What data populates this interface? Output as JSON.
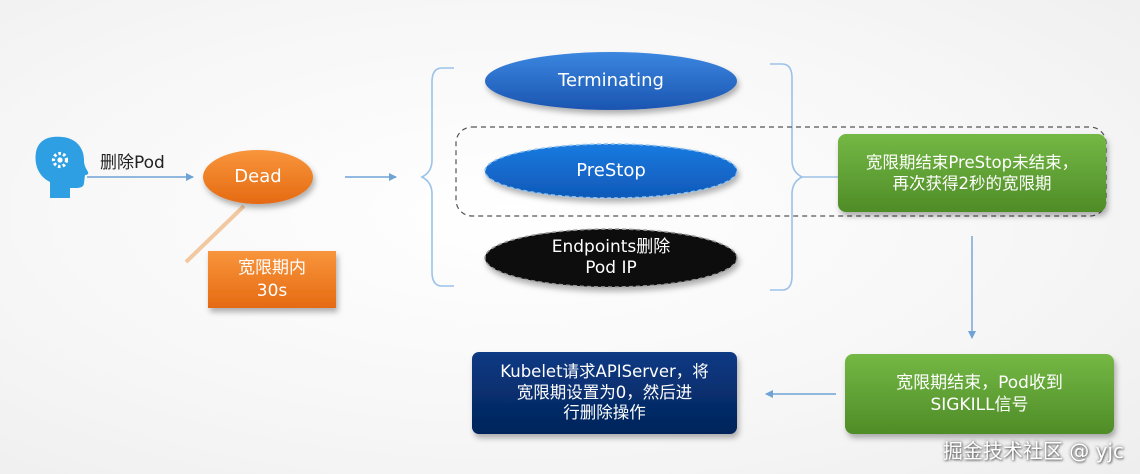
{
  "actor": {
    "icon": "user-head-gear-icon",
    "color": "#2e9fe3"
  },
  "delete_pod_label": "删除Pod",
  "nodes": {
    "dead": "Dead",
    "grace_period_note": "宽限期内\n30s",
    "terminating": "Terminating",
    "prestop": "PreStop",
    "endpoints_remove": "Endpoints删除\nPod IP",
    "prestop_extend": "宽限期结束PreStop未结束，\n再次获得2秒的宽限期",
    "sigkill": "宽限期结束，Pod收到\nSIGKILL信号",
    "kubelet_request": "Kubelet请求APIServer，将\n宽限期设置为0，然后进\n行删除操作"
  },
  "colors": {
    "orange": "#ef7d22",
    "blue": "#2469c8",
    "green": "#5fa033",
    "navy": "#072e6e",
    "black": "#0c0c0c",
    "line": "#6fa3d6"
  },
  "watermark": "掘金技术社区 @ yjc"
}
